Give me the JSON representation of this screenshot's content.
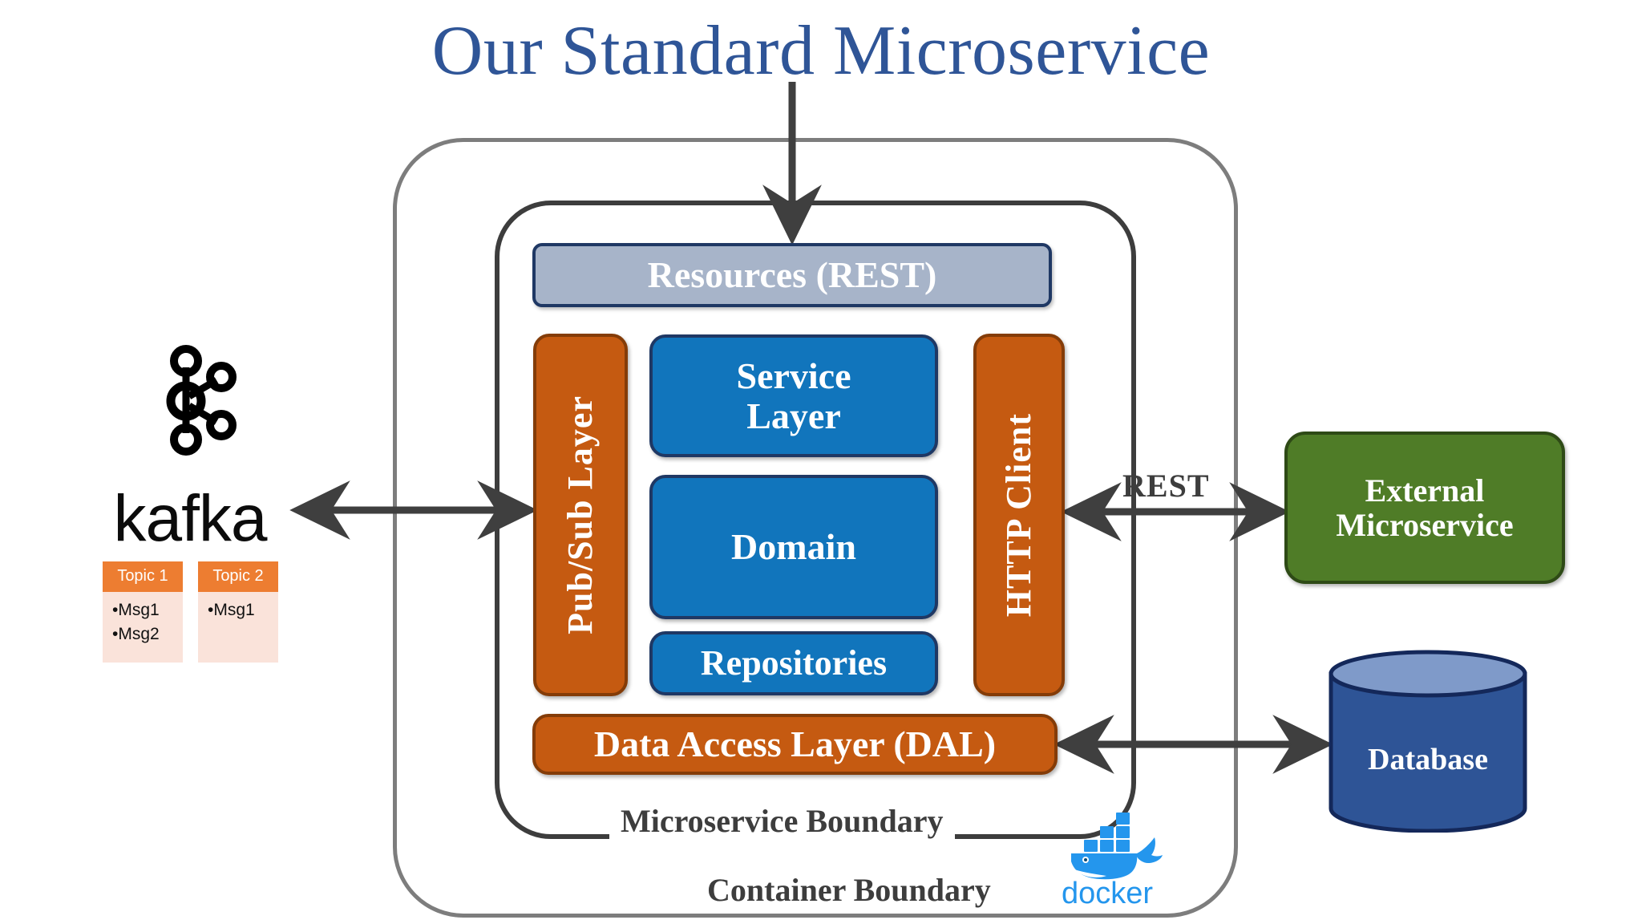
{
  "title": "Our Standard Microservice",
  "colors": {
    "title_blue": "#2f5597",
    "blue_box": "#1175bc",
    "orange_box": "#c55a11",
    "green_box": "#4f7c27",
    "resources_gray_blue": "#a7b4c9",
    "db_body": "#2e5496",
    "db_top": "#7f9ac9",
    "kafka_orange": "#ed7d31",
    "kafka_topic_body": "#fae3da",
    "docker_blue": "#2496ed",
    "arrow_gray": "#3f3f3f",
    "container_border": "#7d7d7d",
    "microservice_border": "#3d3d3d"
  },
  "boundaries": {
    "container_label": "Container Boundary",
    "microservice_label": "Microservice Boundary"
  },
  "layers": {
    "resources": "Resources (REST)",
    "service_layer": "Service\nLayer",
    "service_layer_line1": "Service",
    "service_layer_line2": "Layer",
    "domain": "Domain",
    "repositories": "Repositories",
    "pubsub": "Pub/Sub Layer",
    "http_client": "HTTP Client",
    "dal": "Data Access Layer (DAL)"
  },
  "external": {
    "microservice_line1": "External",
    "microservice_line2": "Microservice",
    "database": "Database",
    "rest_label": "REST"
  },
  "kafka": {
    "wordmark": "kafka",
    "topics": [
      {
        "name": "Topic 1",
        "messages": [
          "•Msg1",
          "•Msg2"
        ]
      },
      {
        "name": "Topic 2",
        "messages": [
          "•Msg1"
        ]
      }
    ]
  },
  "docker": {
    "wordmark": "docker"
  }
}
